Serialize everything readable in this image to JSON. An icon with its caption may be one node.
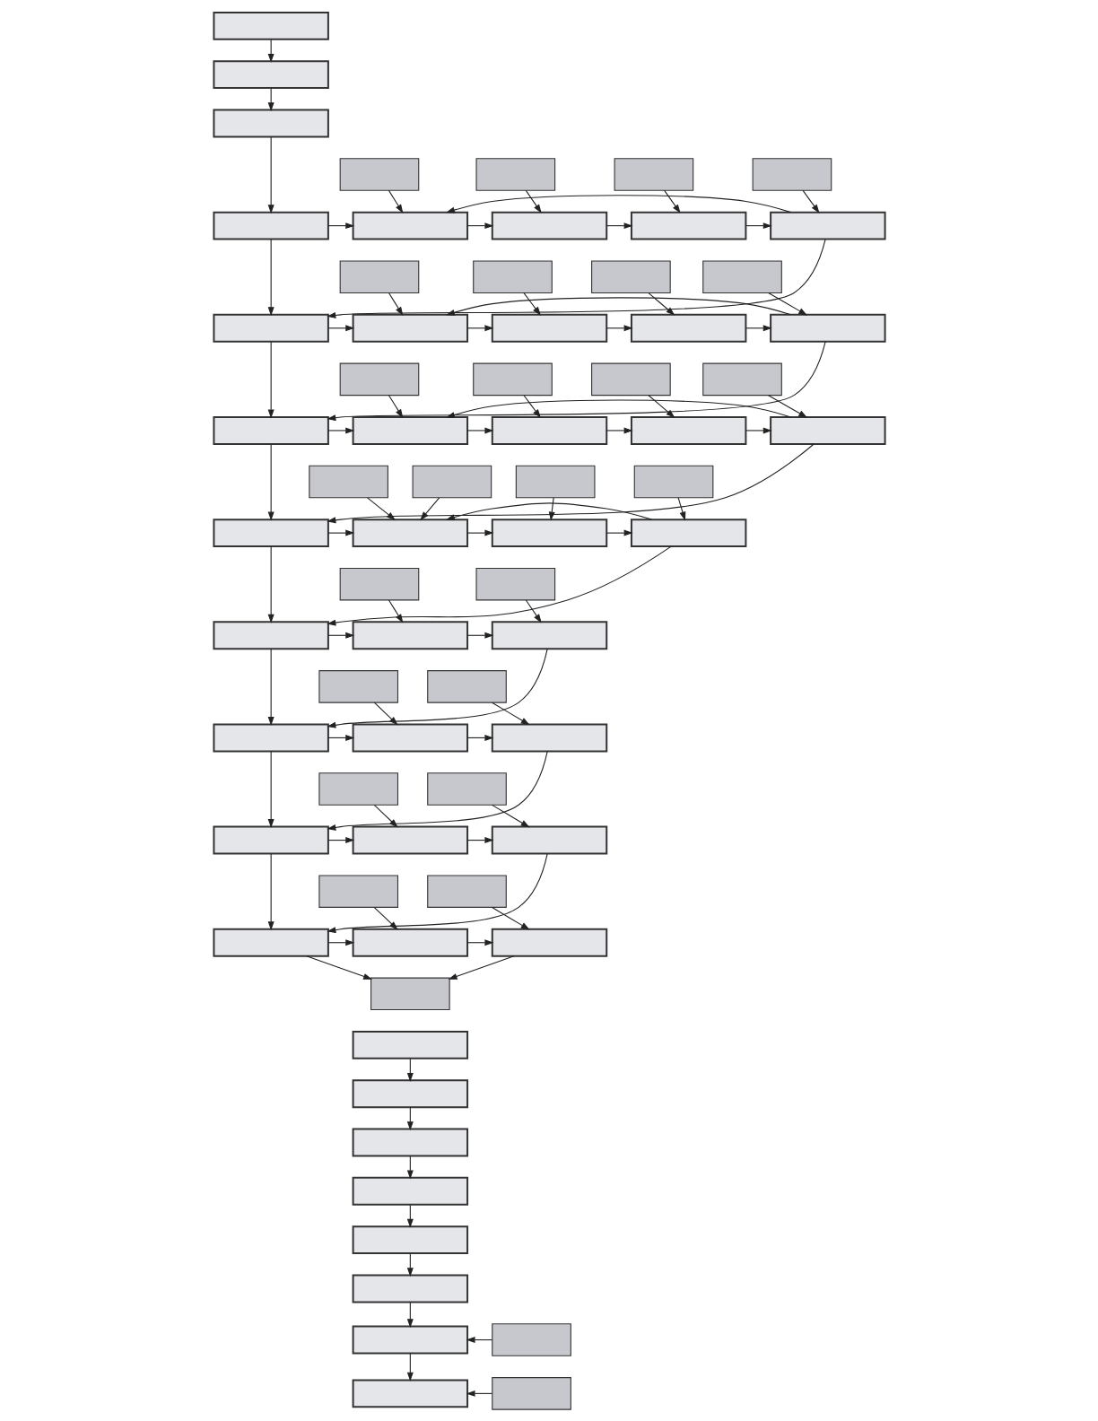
{
  "diagram": {
    "nodes": [
      {
        "text": [],
        "shape": "box"
      },
      {
        "text": [],
        "shape": "box"
      },
      {
        "text": [],
        "shape": "box"
      },
      {
        "text": [],
        "shape": "box"
      },
      {
        "text": [],
        "shape": "box"
      },
      {
        "text": [],
        "shape": "box"
      },
      {
        "text": [],
        "shape": "box"
      },
      {
        "text": [],
        "shape": "box"
      },
      {
        "text": [],
        "shape": "box"
      },
      {
        "text": [],
        "shape": "box"
      },
      {
        "text": [],
        "shape": "box"
      },
      {
        "text": [],
        "shape": "box"
      },
      {
        "text": [],
        "shape": "box"
      },
      {
        "text": [],
        "shape": "box"
      },
      {
        "text": [],
        "shape": "box"
      },
      {
        "text": [],
        "shape": "box"
      },
      {
        "text": [],
        "shape": "box"
      },
      {
        "text": [],
        "shape": "box"
      },
      {
        "text": [],
        "shape": "box"
      },
      {
        "text": [],
        "shape": "box"
      },
      {
        "text": [],
        "shape": "box"
      },
      {
        "text": [],
        "shape": "box"
      },
      {
        "text": [],
        "shape": "box"
      },
      {
        "text": [],
        "shape": "box"
      },
      {
        "text": [],
        "shape": "box"
      },
      {
        "text": [],
        "shape": "box"
      },
      {
        "text": [],
        "shape": "box"
      },
      {
        "text": [],
        "shape": "box"
      },
      {
        "text": [],
        "shape": "box"
      },
      {
        "text": [],
        "shape": "box"
      },
      {
        "text": [],
        "shape": "box"
      },
      {
        "text": [],
        "shape": "box"
      },
      {
        "text": [],
        "shape": "box"
      },
      {
        "text": [],
        "shape": "box"
      },
      {
        "text": [],
        "shape": "box"
      },
      {
        "text": [],
        "shape": "box"
      },
      {
        "text": [],
        "shape": "box"
      },
      {
        "text": [],
        "shape": "box"
      },
      {
        "text": [],
        "shape": "box"
      },
      {
        "text": [],
        "shape": "box"
      },
      {
        "text": [],
        "shape": "box"
      },
      {
        "text": [],
        "shape": "box"
      },
      {
        "text": [],
        "shape": "box"
      },
      {
        "text": [],
        "shape": "box"
      },
      {
        "text": [],
        "shape": "box"
      },
      {
        "text": [],
        "shape": "box"
      },
      {
        "text": [],
        "shape": "box"
      },
      {
        "text": [],
        "shape": "box"
      },
      {
        "text": [],
        "shape": "box"
      },
      {
        "text": [],
        "shape": "box"
      },
      {
        "text": [],
        "shape": "box"
      },
      {
        "text": [],
        "shape": "box"
      },
      {
        "text": [],
        "shape": "box"
      },
      {
        "text": [],
        "shape": "box"
      },
      {
        "text": [],
        "shape": "box"
      },
      {
        "text": [],
        "shape": "box"
      },
      {
        "text": [],
        "shape": "box"
      },
      {
        "text": [],
        "shape": "box"
      },
      {
        "text": [],
        "shape": "box"
      },
      {
        "text": [],
        "shape": "box"
      },
      {
        "text": [],
        "shape": "box"
      },
      {
        "text": [],
        "shape": "box"
      },
      {
        "text": [],
        "shape": "box"
      },
      {
        "text": [],
        "shape": "box"
      },
      {
        "text": [],
        "shape": "box"
      },
      {
        "text": [],
        "shape": "box"
      },
      {
        "text": [],
        "shape": "box"
      },
      {
        "text": [],
        "shape": "box"
      },
      {
        "text": [],
        "shape": "box"
      }
    ],
    "edges": [
      {
        "from": 0,
        "to": 1,
        "arrow": "to"
      },
      {
        "from": 1,
        "to": 2,
        "arrow": "to"
      },
      {
        "from": 2,
        "to": 3,
        "arrow": "to"
      },
      {
        "from": 3,
        "to": 5,
        "arrow": "to"
      },
      {
        "from": 4,
        "to": 5,
        "arrow": "to"
      },
      {
        "from": 5,
        "to": 7,
        "arrow": "to"
      },
      {
        "from": 6,
        "to": 7,
        "arrow": "to"
      },
      {
        "from": 7,
        "to": 9,
        "arrow": "to"
      },
      {
        "from": 8,
        "to": 9,
        "arrow": "to"
      },
      {
        "from": 9,
        "to": 11,
        "arrow": "to"
      },
      {
        "from": 10,
        "to": 11,
        "arrow": "to"
      },
      {
        "from": 11,
        "to": 5,
        "arrow": "to"
      },
      {
        "from": 11,
        "to": 12,
        "arrow": "to"
      },
      {
        "from": 3,
        "to": 12,
        "arrow": "to"
      },
      {
        "from": 12,
        "to": 14,
        "arrow": "to"
      },
      {
        "from": 13,
        "to": 14,
        "arrow": "to"
      },
      {
        "from": 14,
        "to": 16,
        "arrow": "to"
      },
      {
        "from": 15,
        "to": 16,
        "arrow": "to"
      },
      {
        "from": 16,
        "to": 18,
        "arrow": "to"
      },
      {
        "from": 17,
        "to": 18,
        "arrow": "to"
      },
      {
        "from": 18,
        "to": 20,
        "arrow": "to"
      },
      {
        "from": 19,
        "to": 20,
        "arrow": "to"
      },
      {
        "from": 20,
        "to": 14,
        "arrow": "to"
      },
      {
        "from": 20,
        "to": 21,
        "arrow": "to"
      },
      {
        "from": 12,
        "to": 21,
        "arrow": "to"
      },
      {
        "from": 21,
        "to": 23,
        "arrow": "to"
      },
      {
        "from": 22,
        "to": 23,
        "arrow": "to"
      },
      {
        "from": 23,
        "to": 25,
        "arrow": "to"
      },
      {
        "from": 24,
        "to": 25,
        "arrow": "to"
      },
      {
        "from": 25,
        "to": 27,
        "arrow": "to"
      },
      {
        "from": 26,
        "to": 27,
        "arrow": "to"
      },
      {
        "from": 27,
        "to": 29,
        "arrow": "to"
      },
      {
        "from": 28,
        "to": 29,
        "arrow": "to"
      },
      {
        "from": 29,
        "to": 23,
        "arrow": "to"
      },
      {
        "from": 29,
        "to": 30,
        "arrow": "to"
      },
      {
        "from": 21,
        "to": 30,
        "arrow": "to"
      },
      {
        "from": 30,
        "to": 33,
        "arrow": "to"
      },
      {
        "from": 31,
        "to": 33,
        "arrow": "to"
      },
      {
        "from": 32,
        "to": 33,
        "arrow": "to"
      },
      {
        "from": 33,
        "to": 35,
        "arrow": "to"
      },
      {
        "from": 34,
        "to": 35,
        "arrow": "to"
      },
      {
        "from": 35,
        "to": 37,
        "arrow": "to"
      },
      {
        "from": 36,
        "to": 37,
        "arrow": "to"
      },
      {
        "from": 37,
        "to": 33,
        "arrow": "to"
      },
      {
        "from": 37,
        "to": 38,
        "arrow": "to"
      },
      {
        "from": 30,
        "to": 38,
        "arrow": "to"
      },
      {
        "from": 38,
        "to": 40,
        "arrow": "to"
      },
      {
        "from": 39,
        "to": 40,
        "arrow": "to"
      },
      {
        "from": 40,
        "to": 42,
        "arrow": "to"
      },
      {
        "from": 41,
        "to": 42,
        "arrow": "to"
      },
      {
        "from": 42,
        "to": 43,
        "arrow": "to"
      },
      {
        "from": 38,
        "to": 43,
        "arrow": "to"
      },
      {
        "from": 43,
        "to": 45,
        "arrow": "to"
      },
      {
        "from": 44,
        "to": 45,
        "arrow": "to"
      },
      {
        "from": 45,
        "to": 47,
        "arrow": "to"
      },
      {
        "from": 46,
        "to": 47,
        "arrow": "to"
      },
      {
        "from": 47,
        "to": 48,
        "arrow": "to"
      },
      {
        "from": 43,
        "to": 48,
        "arrow": "to"
      },
      {
        "from": 48,
        "to": 50,
        "arrow": "to"
      },
      {
        "from": 49,
        "to": 50,
        "arrow": "to"
      },
      {
        "from": 50,
        "to": 52,
        "arrow": "to"
      },
      {
        "from": 51,
        "to": 52,
        "arrow": "to"
      },
      {
        "from": 52,
        "to": 53,
        "arrow": "to"
      },
      {
        "from": 48,
        "to": 53,
        "arrow": "to"
      },
      {
        "from": 53,
        "to": 55,
        "arrow": "to"
      },
      {
        "from": 54,
        "to": 55,
        "arrow": "to"
      },
      {
        "from": 55,
        "to": 57,
        "arrow": "to"
      },
      {
        "from": 56,
        "to": 57,
        "arrow": "to"
      },
      {
        "from": 57,
        "to": 58,
        "arrow": "to"
      },
      {
        "from": 53,
        "to": 58,
        "arrow": "to"
      },
      {
        "from": 59,
        "to": 60,
        "arrow": "to"
      },
      {
        "from": 60,
        "to": 61,
        "arrow": "to"
      },
      {
        "from": 61,
        "to": 62,
        "arrow": "to"
      },
      {
        "from": 62,
        "to": 63,
        "arrow": "to"
      },
      {
        "from": 63,
        "to": 64,
        "arrow": "to"
      },
      {
        "from": 64,
        "to": 65,
        "arrow": "to"
      },
      {
        "from": 65,
        "to": 66,
        "arrow": "to"
      },
      {
        "from": 67,
        "to": 65,
        "arrow": "to"
      },
      {
        "from": 68,
        "to": 66,
        "arrow": "to"
      }
    ]
  }
}
